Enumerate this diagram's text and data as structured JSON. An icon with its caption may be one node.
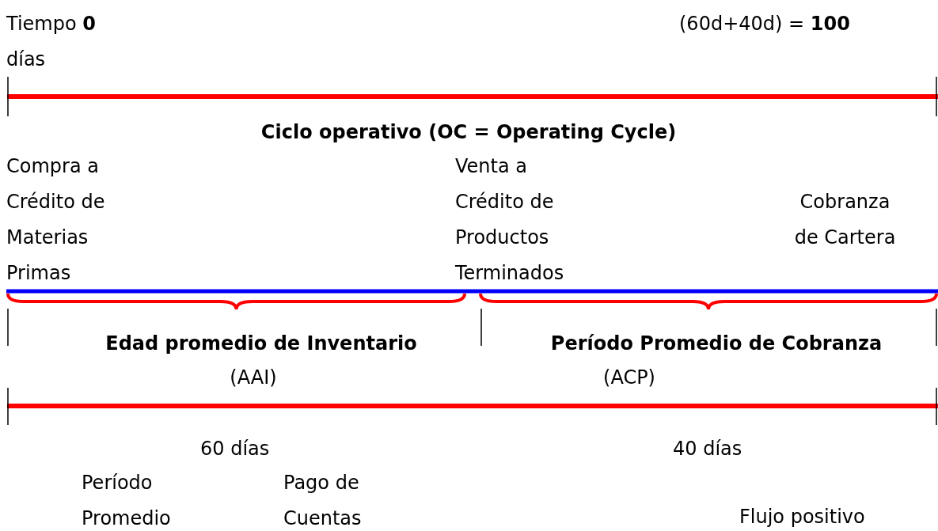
{
  "diagram": {
    "labels": [
      "Tiempo **0** días",
      "(60d+40d) = **100**",
      "Ciclo operativo (OC = Operating Cycle)",
      "Compra a Crédito de Materias Primas",
      "Venta a Crédito de Productos Terminados",
      "Cobranza de Cartera",
      "Edad promedio de Inventario",
      "(AAI)",
      "Período Promedio de Cobranza",
      "(ACP)",
      "60 días",
      "40 días",
      "Período Promedio",
      "Pago de Cuentas",
      "Flujo positivo"
    ]
  }
}
